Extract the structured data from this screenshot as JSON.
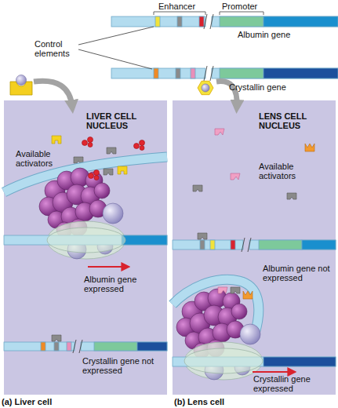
{
  "diagram": {
    "nodes": [
      {
        "text": [
          "LIVER CELL NUCLEUS",
          "Available activators",
          "Albumin gene expressed",
          "Crystallin gene not expressed",
          "(a) Liver cell"
        ]
      },
      {
        "text": [
          "LENS CELL NUCLEUS",
          "Available activators",
          "Albumin gene not expressed",
          "Crystallin gene expressed",
          "(b) Lens cell"
        ]
      }
    ],
    "labels": [
      "Enhancer",
      "Promoter",
      "Control elements",
      "Albumin gene",
      "Crystallin gene"
    ]
  }
}
